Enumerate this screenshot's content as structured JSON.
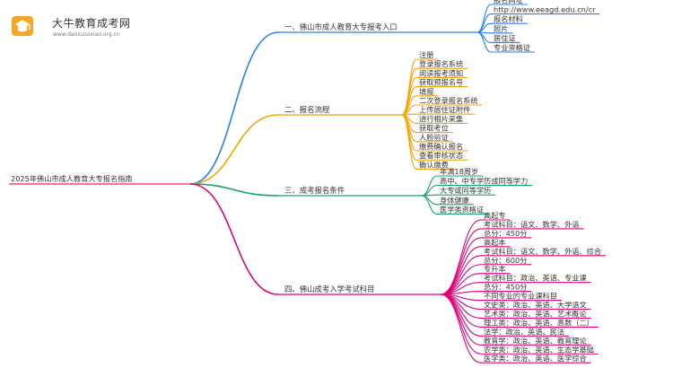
{
  "brand": {
    "title": "大牛教育成考网",
    "url": "www.daniuzuixiao.org.cn",
    "colors": {
      "primary": "#f5a623",
      "secondary": "#3b7dd8"
    },
    "icon": "mortarboard-icon"
  },
  "root": {
    "label": "2025年佛山市成人教育大专报名指南"
  },
  "colors": {
    "root_line": "#ff3f8c",
    "branch1": "#2a7ff0",
    "branch2": "#f6a400",
    "branch3": "#13a66b",
    "branch4": "#e3007a",
    "text": "#333333"
  },
  "branches": [
    {
      "label": "一、佛山市成人教育大专报考入口",
      "items": [
        "报名网址",
        "http://www.eeagd.edu.cn/cr",
        "报名材料",
        "照片",
        "居住证",
        "专业资格证"
      ]
    },
    {
      "label": "二、报名流程",
      "items": [
        "注册",
        "登录报名系统",
        "阅读报考须知",
        "获取预报名号",
        "填报",
        "二次登录报名系统",
        "上传居住证附件",
        "进行相片采集",
        "获取考位",
        "人脸验证",
        "缴费确认报名",
        "查看审核状态",
        "确认缴费"
      ]
    },
    {
      "label": "三、成考报名条件",
      "items": [
        "年满18周岁",
        "高中、中专学历或同等学力",
        "大专或同等学历",
        "身体健康",
        "医学类资格证"
      ]
    },
    {
      "label": "四、佛山成考入学考试科目",
      "items": [
        "高起专",
        "考试科目：语文、数学、外语",
        "总分：450分",
        "高起本",
        "考试科目：语文、数学、外语、综合",
        "总分：600分",
        "专升本",
        "考试科目：政治、英语、专业课",
        "总分：450分",
        "不同专业的专业课科目",
        "文史类：政治、英语、大学语文",
        "艺术类：政治、英语、艺术概论",
        "理工类：政治、英语、高数（二）",
        "法学：政治、英语、民法",
        "教育学：政治、英语、教育理论",
        "农学类：政治、英语、生态学基础",
        "医学类：政治、英语、医学综合"
      ]
    }
  ]
}
